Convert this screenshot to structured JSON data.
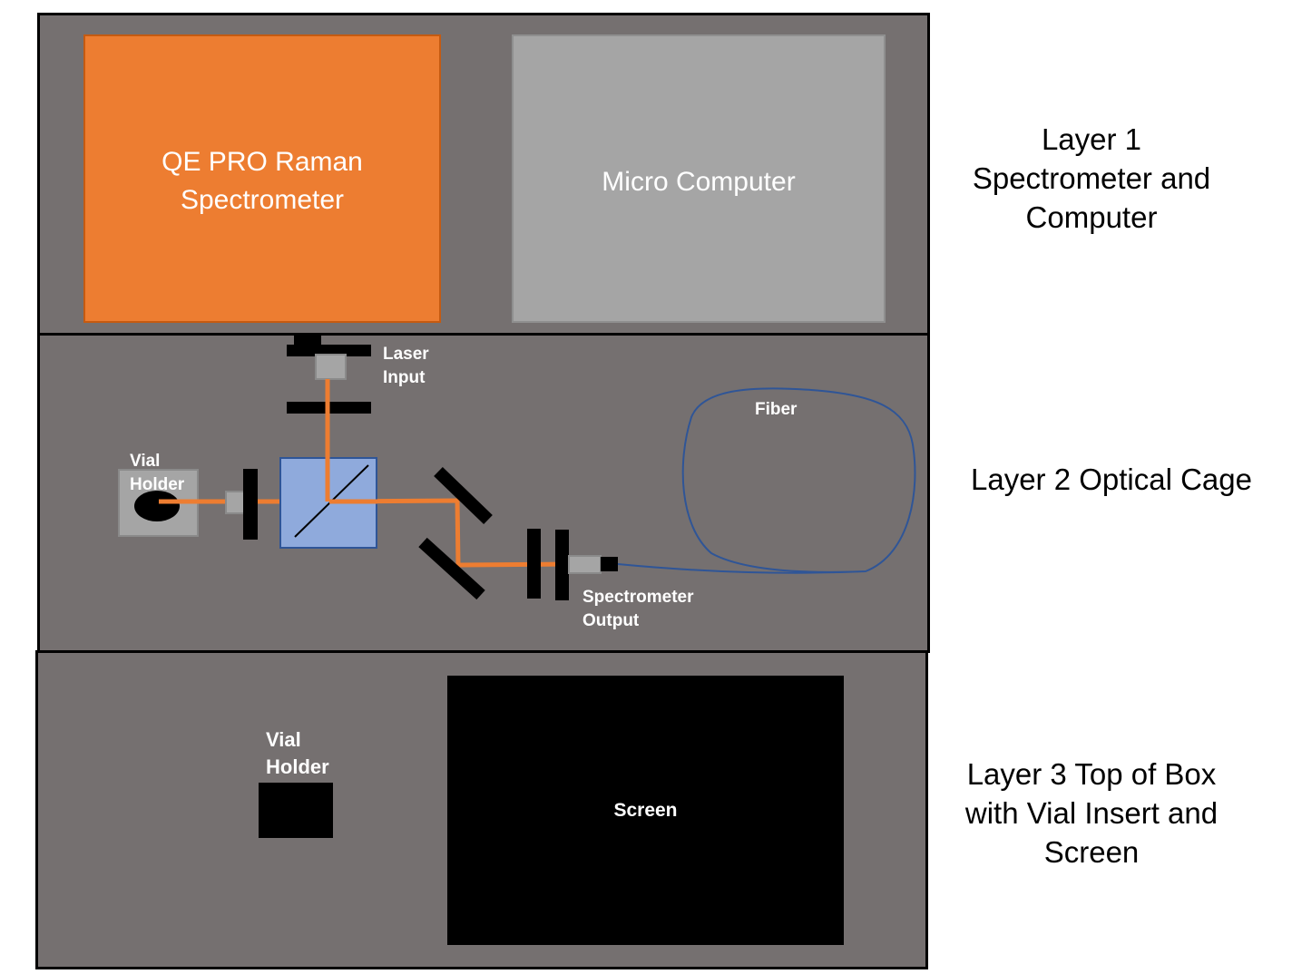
{
  "layers": {
    "layer1": {
      "spectrometer": {
        "label_line1": "QE PRO Raman",
        "label_line2": "Spectrometer",
        "color": "#ED7D31"
      },
      "computer": {
        "label": "Micro Computer",
        "color": "#A5A5A5"
      },
      "side_label": {
        "line1": "Layer 1",
        "line2": "Spectrometer and",
        "line3": "Computer"
      }
    },
    "layer2": {
      "laser_input": {
        "line1": "Laser",
        "line2": "Input"
      },
      "vial_holder": {
        "line1": "Vial",
        "line2": "Holder"
      },
      "fiber": "Fiber",
      "spectrometer_output": {
        "line1": "Spectrometer",
        "line2": "Output"
      },
      "beam_color": "#ED7D31",
      "fiber_color": "#2F5597",
      "beamsplitter_color": "#8FAADC",
      "side_label": {
        "line1": "Layer 2 Optical Cage"
      }
    },
    "layer3": {
      "vial_holder": {
        "line1": "Vial",
        "line2": "Holder"
      },
      "screen": "Screen",
      "side_label": {
        "line1": "Layer 3 Top of Box",
        "line2": "with Vial Insert and",
        "line3": "Screen"
      }
    }
  }
}
